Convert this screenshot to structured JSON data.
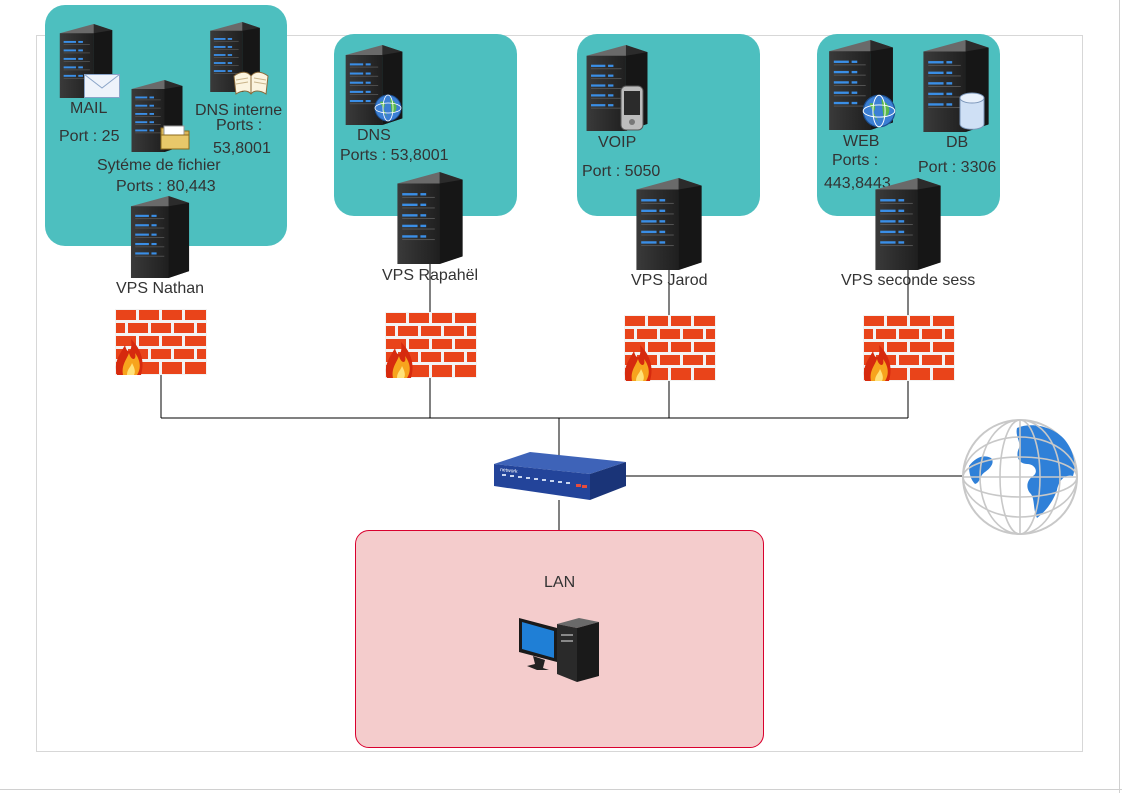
{
  "zones": {
    "nathan": {
      "vps_label": "VPS Nathan",
      "mail": {
        "name": "MAIL",
        "port": "Port : 25"
      },
      "dns_internal": {
        "name": "DNS interne",
        "ports_title": "Ports :",
        "ports": "53,8001"
      },
      "fs": {
        "name": "Sytéme de fichier",
        "ports": "Ports : 80,443"
      }
    },
    "raphael": {
      "vps_label": "VPS Rapahël",
      "dns": {
        "name": "DNS",
        "ports": "Ports : 53,8001"
      }
    },
    "jarod": {
      "vps_label": "VPS Jarod",
      "voip": {
        "name": "VOIP",
        "port": "Port : 5050"
      }
    },
    "second": {
      "vps_label": "VPS seconde sess",
      "web": {
        "name": "WEB",
        "ports_title": "Ports :",
        "ports": "443,8443"
      },
      "db": {
        "name": "DB",
        "port": "Port : 3306"
      }
    }
  },
  "lan": {
    "label": "LAN"
  },
  "colors": {
    "group_fill": "#4dbfbf",
    "lan_fill": "#f4cccc",
    "lan_border": "#d9002e",
    "firewall": "#e9441a",
    "switch": "#23449a",
    "globe": "#2f80d8"
  },
  "icons": {
    "server": "server-rack-icon",
    "firewall": "firewall-icon",
    "switch": "network-switch-icon",
    "internet": "globe-icon",
    "pc": "desktop-computer-icon",
    "mail": "envelope-icon",
    "book": "open-book-icon",
    "folder": "folder-icon",
    "web": "globe-badge-icon",
    "phone": "mobile-phone-icon",
    "database": "database-cylinder-icon"
  }
}
